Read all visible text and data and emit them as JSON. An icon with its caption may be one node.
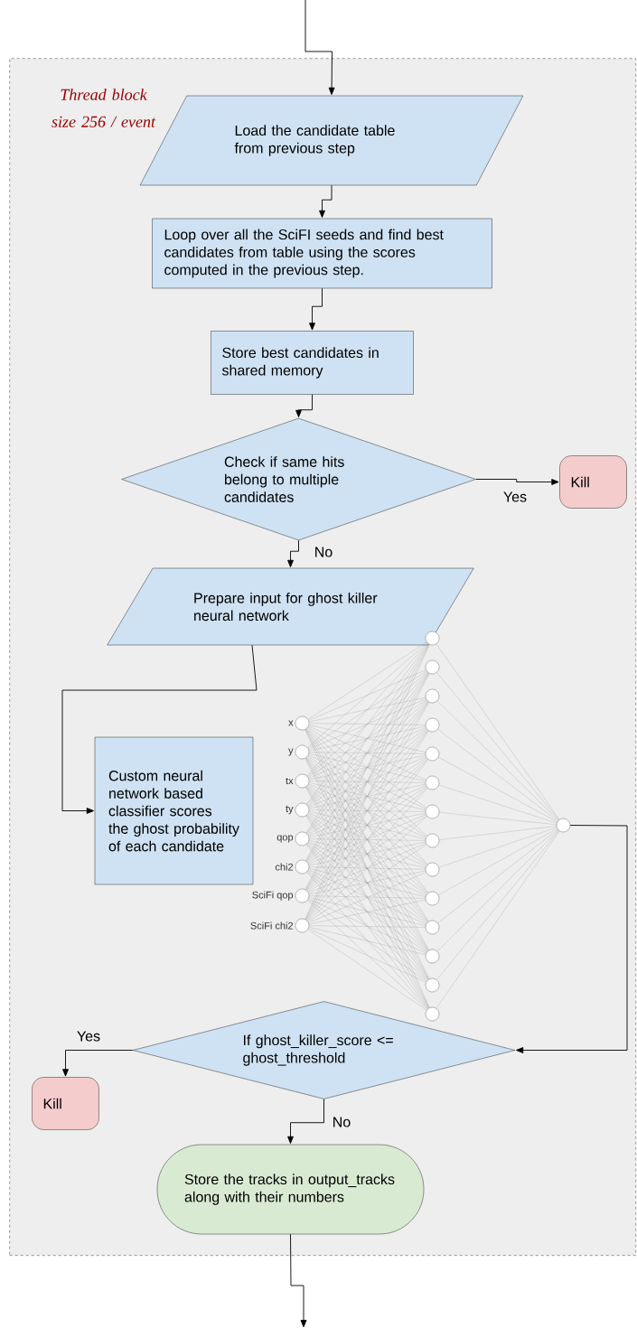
{
  "diagram": {
    "nodes": [
      {
        "text": [
          "Thread block size 256 / event"
        ]
      },
      {
        "text": [
          "Load the candidate table from previous step"
        ],
        "in": 0
      },
      {
        "text": [
          "Loop over all the SciFI seeds and find best candidates from table using the scores computed in the previous step."
        ],
        "in": 0
      },
      {
        "text": [
          "Store best candidates in shared memory"
        ],
        "in": 0
      },
      {
        "text": [
          "Check if same hits belong to multiple candidates"
        ],
        "in": 0
      },
      {
        "text": [
          "Kill"
        ],
        "in": 0
      },
      {
        "text": [
          "Prepare input for ghost killer neural network"
        ],
        "in": 0
      },
      {
        "text": [
          "Custom neural network based classifier scores the ghost probability of each candidate"
        ],
        "in": 0
      },
      {
        "text": [],
        "shape": "circle",
        "in": 0,
        "beside": [
          "x"
        ]
      },
      {
        "text": [],
        "shape": "circle",
        "in": 0,
        "beside": [
          "y"
        ]
      },
      {
        "text": [],
        "shape": "circle",
        "in": 0,
        "beside": [
          "tx"
        ]
      },
      {
        "text": [],
        "shape": "circle",
        "in": 0,
        "beside": [
          "ty"
        ]
      },
      {
        "text": [],
        "shape": "circle",
        "in": 0,
        "beside": [
          "qop"
        ]
      },
      {
        "text": [],
        "shape": "circle",
        "in": 0,
        "beside": [
          "chi2"
        ]
      },
      {
        "text": [],
        "shape": "circle",
        "in": 0,
        "beside": [
          "SciFi qop"
        ]
      },
      {
        "text": [],
        "shape": "circle",
        "in": 0,
        "beside": [
          "SciFi chi2"
        ]
      },
      {
        "text": [],
        "shape": "circle",
        "in": 0
      },
      {
        "text": [],
        "shape": "circle",
        "in": 0
      },
      {
        "text": [],
        "shape": "circle",
        "in": 0
      },
      {
        "text": [],
        "shape": "circle",
        "in": 0
      },
      {
        "text": [],
        "shape": "circle",
        "in": 0
      },
      {
        "text": [],
        "shape": "circle",
        "in": 0
      },
      {
        "text": [],
        "shape": "circle",
        "in": 0
      },
      {
        "text": [],
        "shape": "circle",
        "in": 0
      },
      {
        "text": [],
        "shape": "circle",
        "in": 0
      },
      {
        "text": [],
        "shape": "circle",
        "in": 0
      },
      {
        "text": [],
        "shape": "circle",
        "in": 0
      },
      {
        "text": [],
        "shape": "circle",
        "in": 0
      },
      {
        "text": [],
        "shape": "circle",
        "in": 0
      },
      {
        "text": [],
        "shape": "circle",
        "in": 0
      },
      {
        "text": [],
        "shape": "circle",
        "in": 0
      },
      {
        "text": [
          "If ghost_killer_score <= ghost_threshold"
        ],
        "in": 0
      },
      {
        "text": [
          "Kill"
        ],
        "in": 0
      },
      {
        "text": [
          "Store the tracks in output_tracks along with their numbers"
        ],
        "in": 0
      }
    ],
    "edges": [
      {
        "from": null,
        "to": 1,
        "arrow": "to",
        "color": "#000000"
      },
      {
        "from": 1,
        "to": 2,
        "arrow": "to",
        "color": "#000000"
      },
      {
        "from": 2,
        "to": 3,
        "arrow": "to",
        "color": "#000000"
      },
      {
        "from": 3,
        "to": 4,
        "arrow": "to",
        "color": "#000000"
      },
      {
        "from": 4,
        "to": 5,
        "arrow": "to",
        "label": "Yes",
        "color": "#000000"
      },
      {
        "from": 4,
        "to": 6,
        "arrow": "to",
        "label": "No",
        "color": "#000000"
      },
      {
        "from": 6,
        "to": 7,
        "arrow": "to",
        "color": "#000000"
      },
      {
        "from": 30,
        "to": 31,
        "arrow": "to",
        "color": "#000000"
      },
      {
        "from": 31,
        "to": 32,
        "arrow": "to",
        "label": "Yes",
        "color": "#000000"
      },
      {
        "from": 31,
        "to": 33,
        "arrow": "to",
        "label": "No",
        "color": "#000000"
      },
      {
        "from": 33,
        "to": null,
        "arrow": "to",
        "color": "#000000"
      },
      {
        "from": 8,
        "to": 16,
        "arrow": "none",
        "color": "#999999"
      },
      {
        "from": 8,
        "to": 17,
        "arrow": "none",
        "color": "#999999"
      },
      {
        "from": 8,
        "to": 18,
        "arrow": "none",
        "color": "#999999"
      },
      {
        "from": 8,
        "to": 19,
        "arrow": "none",
        "color": "#999999"
      },
      {
        "from": 8,
        "to": 20,
        "arrow": "none",
        "color": "#999999"
      },
      {
        "from": 8,
        "to": 21,
        "arrow": "none",
        "color": "#999999"
      },
      {
        "from": 8,
        "to": 22,
        "arrow": "none",
        "color": "#999999"
      },
      {
        "from": 8,
        "to": 23,
        "arrow": "none",
        "color": "#999999"
      },
      {
        "from": 8,
        "to": 24,
        "arrow": "none",
        "color": "#999999"
      },
      {
        "from": 8,
        "to": 25,
        "arrow": "none",
        "color": "#999999"
      },
      {
        "from": 8,
        "to": 26,
        "arrow": "none",
        "color": "#999999"
      },
      {
        "from": 8,
        "to": 27,
        "arrow": "none",
        "color": "#999999"
      },
      {
        "from": 8,
        "to": 28,
        "arrow": "none",
        "color": "#999999"
      },
      {
        "from": 8,
        "to": 29,
        "arrow": "none",
        "color": "#999999"
      },
      {
        "from": 9,
        "to": 16,
        "arrow": "none",
        "color": "#999999"
      },
      {
        "from": 9,
        "to": 17,
        "arrow": "none",
        "color": "#999999"
      },
      {
        "from": 9,
        "to": 18,
        "arrow": "none",
        "color": "#999999"
      },
      {
        "from": 9,
        "to": 19,
        "arrow": "none",
        "color": "#999999"
      },
      {
        "from": 9,
        "to": 20,
        "arrow": "none",
        "color": "#999999"
      },
      {
        "from": 9,
        "to": 21,
        "arrow": "none",
        "color": "#999999"
      },
      {
        "from": 9,
        "to": 22,
        "arrow": "none",
        "color": "#999999"
      },
      {
        "from": 9,
        "to": 23,
        "arrow": "none",
        "color": "#999999"
      },
      {
        "from": 9,
        "to": 24,
        "arrow": "none",
        "color": "#999999"
      },
      {
        "from": 9,
        "to": 25,
        "arrow": "none",
        "color": "#999999"
      },
      {
        "from": 9,
        "to": 26,
        "arrow": "none",
        "color": "#999999"
      },
      {
        "from": 9,
        "to": 27,
        "arrow": "none",
        "color": "#999999"
      },
      {
        "from": 9,
        "to": 28,
        "arrow": "none",
        "color": "#999999"
      },
      {
        "from": 9,
        "to": 29,
        "arrow": "none",
        "color": "#999999"
      },
      {
        "from": 10,
        "to": 16,
        "arrow": "none",
        "color": "#999999"
      },
      {
        "from": 10,
        "to": 17,
        "arrow": "none",
        "color": "#999999"
      },
      {
        "from": 10,
        "to": 18,
        "arrow": "none",
        "color": "#999999"
      },
      {
        "from": 10,
        "to": 19,
        "arrow": "none",
        "color": "#999999"
      },
      {
        "from": 10,
        "to": 20,
        "arrow": "none",
        "color": "#999999"
      },
      {
        "from": 10,
        "to": 21,
        "arrow": "none",
        "color": "#999999"
      },
      {
        "from": 10,
        "to": 22,
        "arrow": "none",
        "color": "#999999"
      },
      {
        "from": 10,
        "to": 23,
        "arrow": "none",
        "color": "#999999"
      },
      {
        "from": 10,
        "to": 24,
        "arrow": "none",
        "color": "#999999"
      },
      {
        "from": 10,
        "to": 25,
        "arrow": "none",
        "color": "#999999"
      },
      {
        "from": 10,
        "to": 26,
        "arrow": "none",
        "color": "#999999"
      },
      {
        "from": 10,
        "to": 27,
        "arrow": "none",
        "color": "#999999"
      },
      {
        "from": 10,
        "to": 28,
        "arrow": "none",
        "color": "#999999"
      },
      {
        "from": 10,
        "to": 29,
        "arrow": "none",
        "color": "#999999"
      },
      {
        "from": 11,
        "to": 16,
        "arrow": "none",
        "color": "#999999"
      },
      {
        "from": 11,
        "to": 17,
        "arrow": "none",
        "color": "#999999"
      },
      {
        "from": 11,
        "to": 18,
        "arrow": "none",
        "color": "#999999"
      },
      {
        "from": 11,
        "to": 19,
        "arrow": "none",
        "color": "#999999"
      },
      {
        "from": 11,
        "to": 20,
        "arrow": "none",
        "color": "#999999"
      },
      {
        "from": 11,
        "to": 21,
        "arrow": "none",
        "color": "#999999"
      },
      {
        "from": 11,
        "to": 22,
        "arrow": "none",
        "color": "#999999"
      },
      {
        "from": 11,
        "to": 23,
        "arrow": "none",
        "color": "#999999"
      },
      {
        "from": 11,
        "to": 24,
        "arrow": "none",
        "color": "#999999"
      },
      {
        "from": 11,
        "to": 25,
        "arrow": "none",
        "color": "#999999"
      },
      {
        "from": 11,
        "to": 26,
        "arrow": "none",
        "color": "#999999"
      },
      {
        "from": 11,
        "to": 27,
        "arrow": "none",
        "color": "#999999"
      },
      {
        "from": 11,
        "to": 28,
        "arrow": "none",
        "color": "#999999"
      },
      {
        "from": 11,
        "to": 29,
        "arrow": "none",
        "color": "#999999"
      },
      {
        "from": 12,
        "to": 16,
        "arrow": "none",
        "color": "#999999"
      },
      {
        "from": 12,
        "to": 17,
        "arrow": "none",
        "color": "#999999"
      },
      {
        "from": 12,
        "to": 18,
        "arrow": "none",
        "color": "#999999"
      },
      {
        "from": 12,
        "to": 19,
        "arrow": "none",
        "color": "#999999"
      },
      {
        "from": 12,
        "to": 20,
        "arrow": "none",
        "color": "#999999"
      },
      {
        "from": 12,
        "to": 21,
        "arrow": "none",
        "color": "#999999"
      },
      {
        "from": 12,
        "to": 22,
        "arrow": "none",
        "color": "#999999"
      },
      {
        "from": 12,
        "to": 23,
        "arrow": "none",
        "color": "#999999"
      },
      {
        "from": 12,
        "to": 24,
        "arrow": "none",
        "color": "#999999"
      },
      {
        "from": 12,
        "to": 25,
        "arrow": "none",
        "color": "#999999"
      },
      {
        "from": 12,
        "to": 26,
        "arrow": "none",
        "color": "#999999"
      },
      {
        "from": 12,
        "to": 27,
        "arrow": "none",
        "color": "#999999"
      },
      {
        "from": 12,
        "to": 28,
        "arrow": "none",
        "color": "#999999"
      },
      {
        "from": 12,
        "to": 29,
        "arrow": "none",
        "color": "#999999"
      },
      {
        "from": 13,
        "to": 16,
        "arrow": "none",
        "color": "#999999"
      },
      {
        "from": 13,
        "to": 17,
        "arrow": "none",
        "color": "#999999"
      },
      {
        "from": 13,
        "to": 18,
        "arrow": "none",
        "color": "#999999"
      },
      {
        "from": 13,
        "to": 19,
        "arrow": "none",
        "color": "#999999"
      },
      {
        "from": 13,
        "to": 20,
        "arrow": "none",
        "color": "#999999"
      },
      {
        "from": 13,
        "to": 21,
        "arrow": "none",
        "color": "#999999"
      },
      {
        "from": 13,
        "to": 22,
        "arrow": "none",
        "color": "#999999"
      },
      {
        "from": 13,
        "to": 23,
        "arrow": "none",
        "color": "#999999"
      },
      {
        "from": 13,
        "to": 24,
        "arrow": "none",
        "color": "#999999"
      },
      {
        "from": 13,
        "to": 25,
        "arrow": "none",
        "color": "#999999"
      },
      {
        "from": 13,
        "to": 26,
        "arrow": "none",
        "color": "#999999"
      },
      {
        "from": 13,
        "to": 27,
        "arrow": "none",
        "color": "#999999"
      },
      {
        "from": 13,
        "to": 28,
        "arrow": "none",
        "color": "#999999"
      },
      {
        "from": 13,
        "to": 29,
        "arrow": "none",
        "color": "#999999"
      },
      {
        "from": 14,
        "to": 16,
        "arrow": "none",
        "color": "#999999"
      },
      {
        "from": 14,
        "to": 17,
        "arrow": "none",
        "color": "#999999"
      },
      {
        "from": 14,
        "to": 18,
        "arrow": "none",
        "color": "#999999"
      },
      {
        "from": 14,
        "to": 19,
        "arrow": "none",
        "color": "#999999"
      },
      {
        "from": 14,
        "to": 20,
        "arrow": "none",
        "color": "#999999"
      },
      {
        "from": 14,
        "to": 21,
        "arrow": "none",
        "color": "#999999"
      },
      {
        "from": 14,
        "to": 22,
        "arrow": "none",
        "color": "#999999"
      },
      {
        "from": 14,
        "to": 23,
        "arrow": "none",
        "color": "#999999"
      },
      {
        "from": 14,
        "to": 24,
        "arrow": "none",
        "color": "#999999"
      },
      {
        "from": 14,
        "to": 25,
        "arrow": "none",
        "color": "#999999"
      },
      {
        "from": 14,
        "to": 26,
        "arrow": "none",
        "color": "#999999"
      },
      {
        "from": 14,
        "to": 27,
        "arrow": "none",
        "color": "#999999"
      },
      {
        "from": 14,
        "to": 28,
        "arrow": "none",
        "color": "#999999"
      },
      {
        "from": 14,
        "to": 29,
        "arrow": "none",
        "color": "#999999"
      },
      {
        "from": 15,
        "to": 16,
        "arrow": "none",
        "color": "#999999"
      },
      {
        "from": 15,
        "to": 17,
        "arrow": "none",
        "color": "#999999"
      },
      {
        "from": 15,
        "to": 18,
        "arrow": "none",
        "color": "#999999"
      },
      {
        "from": 15,
        "to": 19,
        "arrow": "none",
        "color": "#999999"
      },
      {
        "from": 15,
        "to": 20,
        "arrow": "none",
        "color": "#999999"
      },
      {
        "from": 15,
        "to": 21,
        "arrow": "none",
        "color": "#999999"
      },
      {
        "from": 15,
        "to": 22,
        "arrow": "none",
        "color": "#999999"
      },
      {
        "from": 15,
        "to": 23,
        "arrow": "none",
        "color": "#999999"
      },
      {
        "from": 15,
        "to": 24,
        "arrow": "none",
        "color": "#999999"
      },
      {
        "from": 15,
        "to": 25,
        "arrow": "none",
        "color": "#999999"
      },
      {
        "from": 15,
        "to": 26,
        "arrow": "none",
        "color": "#999999"
      },
      {
        "from": 15,
        "to": 27,
        "arrow": "none",
        "color": "#999999"
      },
      {
        "from": 15,
        "to": 28,
        "arrow": "none",
        "color": "#999999"
      },
      {
        "from": 15,
        "to": 29,
        "arrow": "none",
        "color": "#999999"
      },
      {
        "from": 16,
        "to": 30,
        "arrow": "none",
        "color": "#999999"
      },
      {
        "from": 17,
        "to": 30,
        "arrow": "none",
        "color": "#999999"
      },
      {
        "from": 18,
        "to": 30,
        "arrow": "none",
        "color": "#999999"
      },
      {
        "from": 19,
        "to": 30,
        "arrow": "none",
        "color": "#999999"
      },
      {
        "from": 20,
        "to": 30,
        "arrow": "none",
        "color": "#999999"
      },
      {
        "from": 21,
        "to": 30,
        "arrow": "none",
        "color": "#999999"
      },
      {
        "from": 22,
        "to": 30,
        "arrow": "none",
        "color": "#999999"
      },
      {
        "from": 23,
        "to": 30,
        "arrow": "none",
        "color": "#999999"
      },
      {
        "from": 24,
        "to": 30,
        "arrow": "none",
        "color": "#999999"
      },
      {
        "from": 25,
        "to": 30,
        "arrow": "none",
        "color": "#999999"
      },
      {
        "from": 26,
        "to": 30,
        "arrow": "none",
        "color": "#999999"
      },
      {
        "from": 27,
        "to": 30,
        "arrow": "none",
        "color": "#999999"
      },
      {
        "from": 28,
        "to": 30,
        "arrow": "none",
        "color": "#999999"
      },
      {
        "from": 29,
        "to": 30,
        "arrow": "none",
        "color": "#999999"
      }
    ]
  }
}
